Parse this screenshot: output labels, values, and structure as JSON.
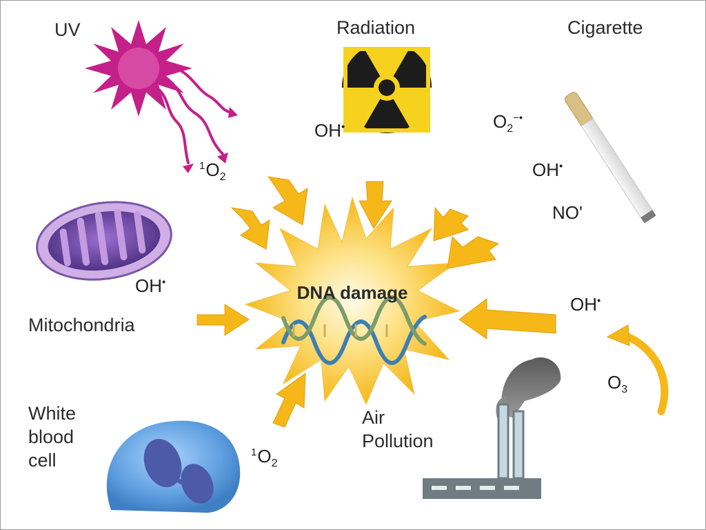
{
  "title": "DNA damage",
  "sources": {
    "uv": "UV",
    "radiation": "Radiation",
    "cigarette": "Cigarette",
    "mitochondria": "Mitochondria",
    "white_blood_cell": "White\nblood\ncell",
    "air_pollution": "Air\nPollution"
  },
  "species": {
    "uv_singlet_oxygen": {
      "pre": "1",
      "base": "O",
      "sub": "2",
      "sup": ""
    },
    "radiation_hydroxyl": {
      "pre": "",
      "base": "OH",
      "sub": "",
      "sup": "•"
    },
    "cig_superoxide": {
      "pre": "",
      "base": "O",
      "sub": "2",
      "sup": "−•"
    },
    "cig_hydroxyl": {
      "pre": "",
      "base": "OH",
      "sub": "",
      "sup": "•"
    },
    "cig_nitric_oxide": {
      "pre": "",
      "base": "NO'",
      "sub": "",
      "sup": ""
    },
    "mito_hydroxyl": {
      "pre": "",
      "base": "OH",
      "sub": "",
      "sup": "•"
    },
    "ozone_hydroxyl": {
      "pre": "",
      "base": "OH",
      "sub": "",
      "sup": "•"
    },
    "ozone": {
      "pre": "",
      "base": "O",
      "sub": "3",
      "sup": ""
    },
    "wbc_singlet_oxygen": {
      "pre": "1",
      "base": "O",
      "sub": "2",
      "sup": ""
    }
  },
  "colors": {
    "arrow": "#f5b818",
    "burst": "#f7c232",
    "uv_star": "#c4208a",
    "radiation_bg": "#f6d21e",
    "mitochondria": "#5d3f93",
    "wbc": "#5e9ee0",
    "factory": "#6f7d83"
  },
  "icons": {
    "uv": "uv-star-icon",
    "radiation": "radiation-trefoil-icon",
    "cigarette": "cigarette-icon",
    "mitochondria": "mitochondrion-icon",
    "white_blood_cell": "white-blood-cell-icon",
    "air_pollution": "factory-smokestack-icon",
    "dna": "dna-helix-icon"
  }
}
